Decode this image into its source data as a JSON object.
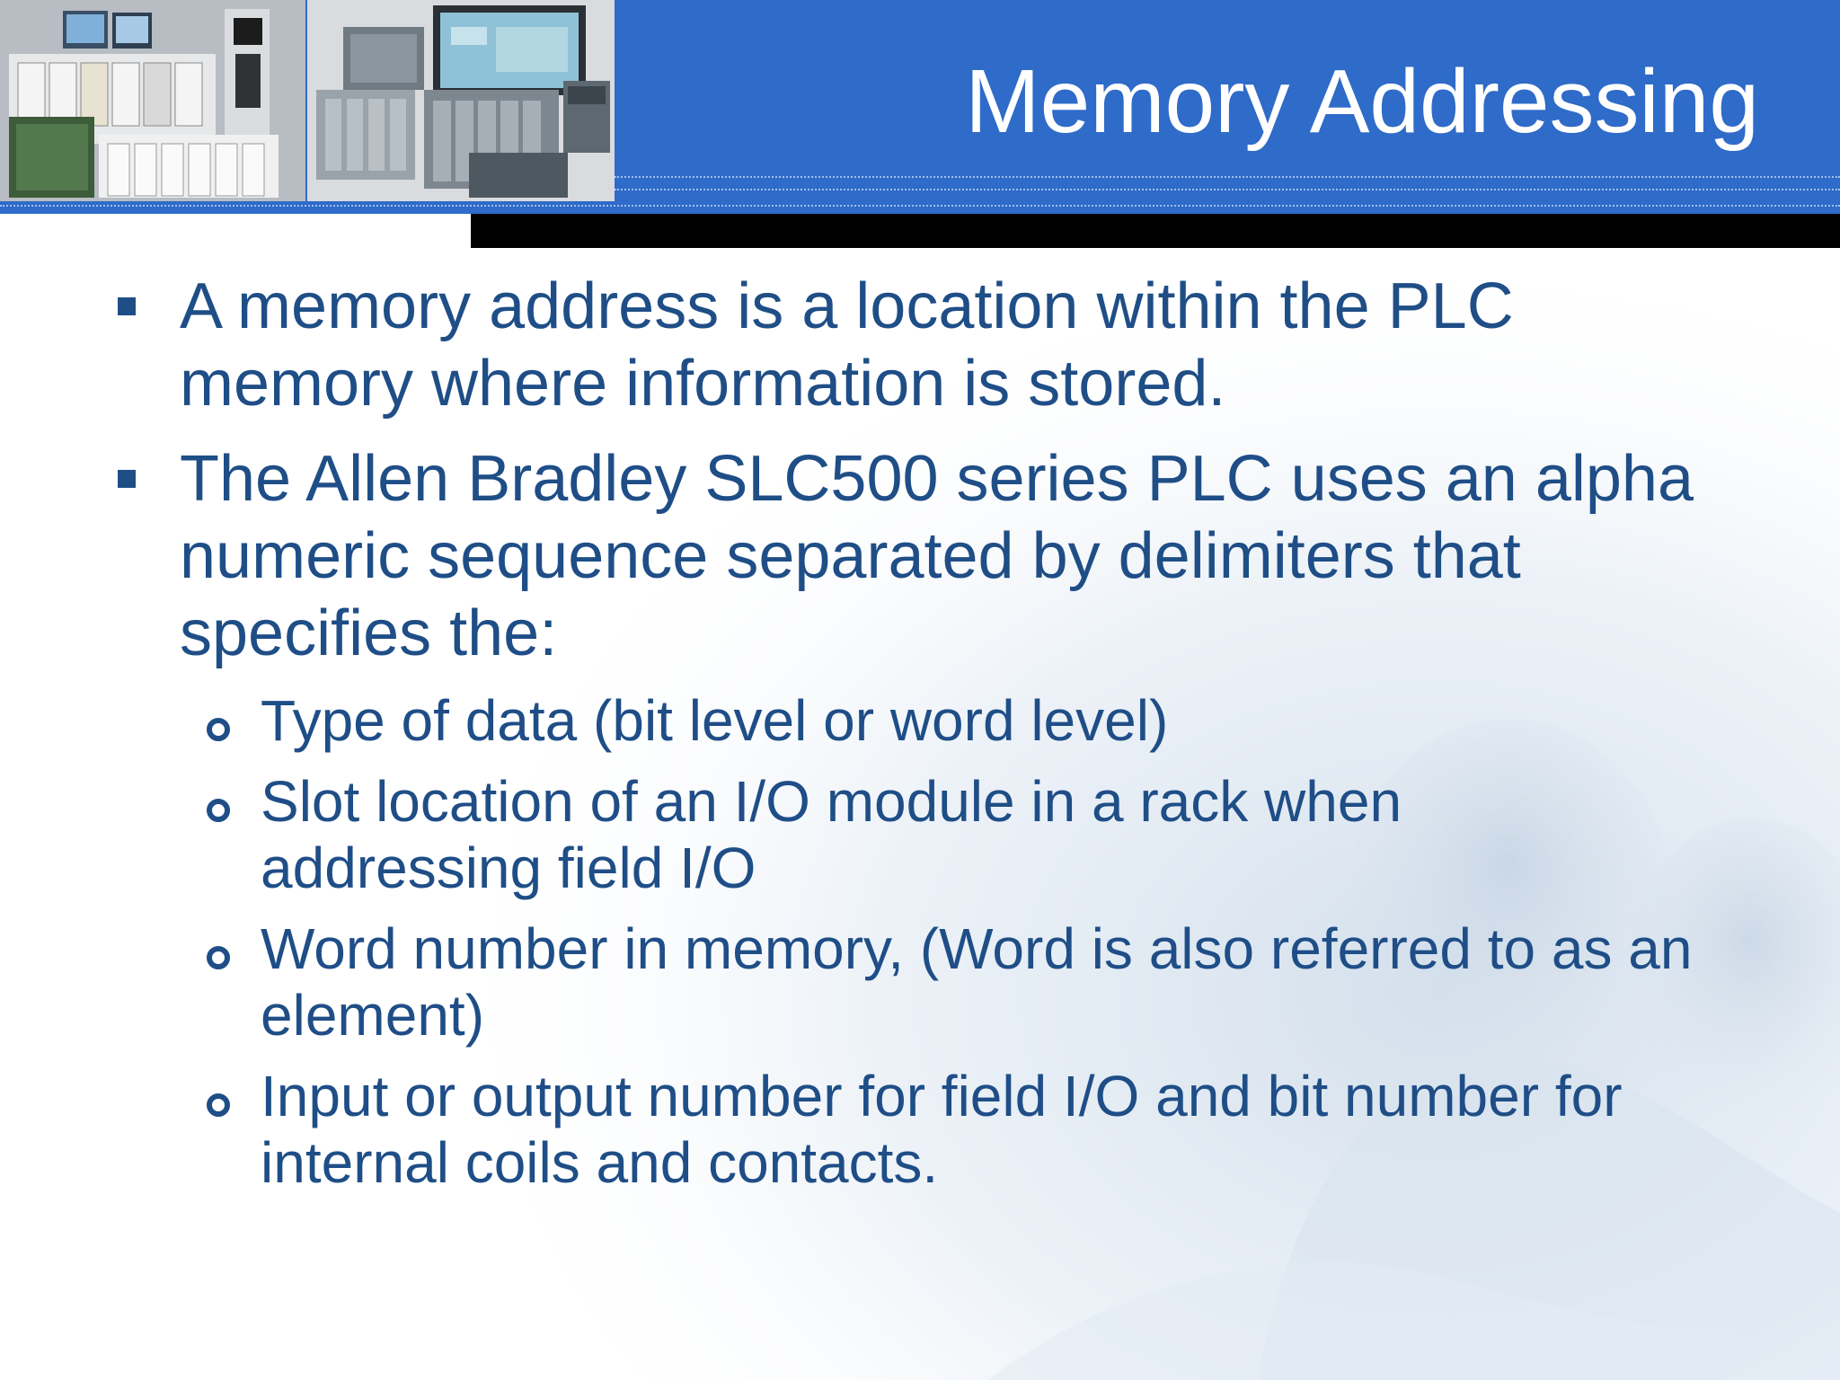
{
  "slide": {
    "title": "Memory Addressing",
    "colors": {
      "header_blue": "#2f6bc8",
      "text_blue": "#1f4e87",
      "title_white": "#ffffff"
    }
  },
  "header_images": [
    {
      "name": "plc-equipment-photo-1",
      "description_icon": "plc-rack-photo"
    },
    {
      "name": "plc-equipment-photo-2",
      "description_icon": "plc-modules-photo"
    }
  ],
  "bullets": [
    {
      "text": "A memory address is a location within the PLC memory where information is stored."
    },
    {
      "text": "The Allen Bradley SLC500 series PLC uses an alpha numeric sequence separated by delimiters that specifies the:",
      "sub_items": [
        "Type of data (bit level or word level)",
        "Slot location of an I/O module in a rack when addressing field I/O",
        "Word number in memory, (Word is also referred to as an element)",
        "Input or output number for field I/O and bit number for internal coils and contacts."
      ]
    }
  ]
}
